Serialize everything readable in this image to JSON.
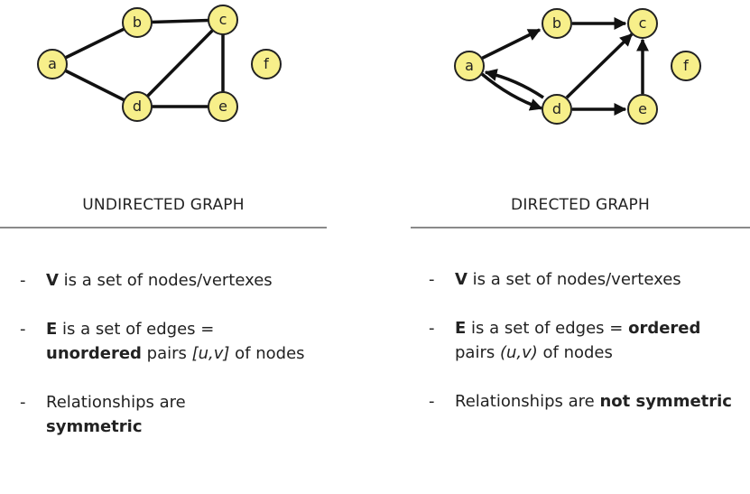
{
  "undirected": {
    "title": "UNDIRECTED GRAPH",
    "nodes": [
      "a",
      "b",
      "c",
      "d",
      "e",
      "f"
    ],
    "edges": [
      [
        "a",
        "b"
      ],
      [
        "a",
        "d"
      ],
      [
        "b",
        "c"
      ],
      [
        "c",
        "d"
      ],
      [
        "c",
        "e"
      ],
      [
        "d",
        "e"
      ]
    ],
    "bullets": [
      {
        "dash": "-",
        "strong": "V",
        "text": " is a set of nodes/vertexes"
      },
      {
        "dash": "-",
        "strong": "E",
        "text": " is a set of edges =",
        "strong2": "unordered",
        "text2": " pairs ",
        "em": "[u,v]",
        "text3": " of nodes"
      },
      {
        "dash": "-",
        "text": "Relationships are ",
        "strong": "symmetric"
      }
    ]
  },
  "directed": {
    "title": "DIRECTED GRAPH",
    "nodes": [
      "a",
      "b",
      "c",
      "d",
      "e",
      "f"
    ],
    "edges": [
      [
        "a",
        "b"
      ],
      [
        "b",
        "c"
      ],
      [
        "a",
        "d"
      ],
      [
        "d",
        "a"
      ],
      [
        "d",
        "c"
      ],
      [
        "d",
        "e"
      ],
      [
        "e",
        "c"
      ]
    ],
    "bullets": [
      {
        "dash": "-",
        "strong": "V",
        "text": " is a set of nodes/vertexes"
      },
      {
        "dash": "-",
        "strong": "E",
        "text": " is a set of edges = ",
        "strong2": "ordered",
        "text2": " pairs ",
        "em": "(u,v)",
        "text3": " of nodes"
      },
      {
        "dash": "-",
        "text": "Relationships are ",
        "strong": "not symmetric"
      }
    ]
  },
  "colors": {
    "node_fill": "#f7ef8a",
    "node_stroke": "#222222",
    "edge": "#111111",
    "rule": "#8a8a8a"
  }
}
